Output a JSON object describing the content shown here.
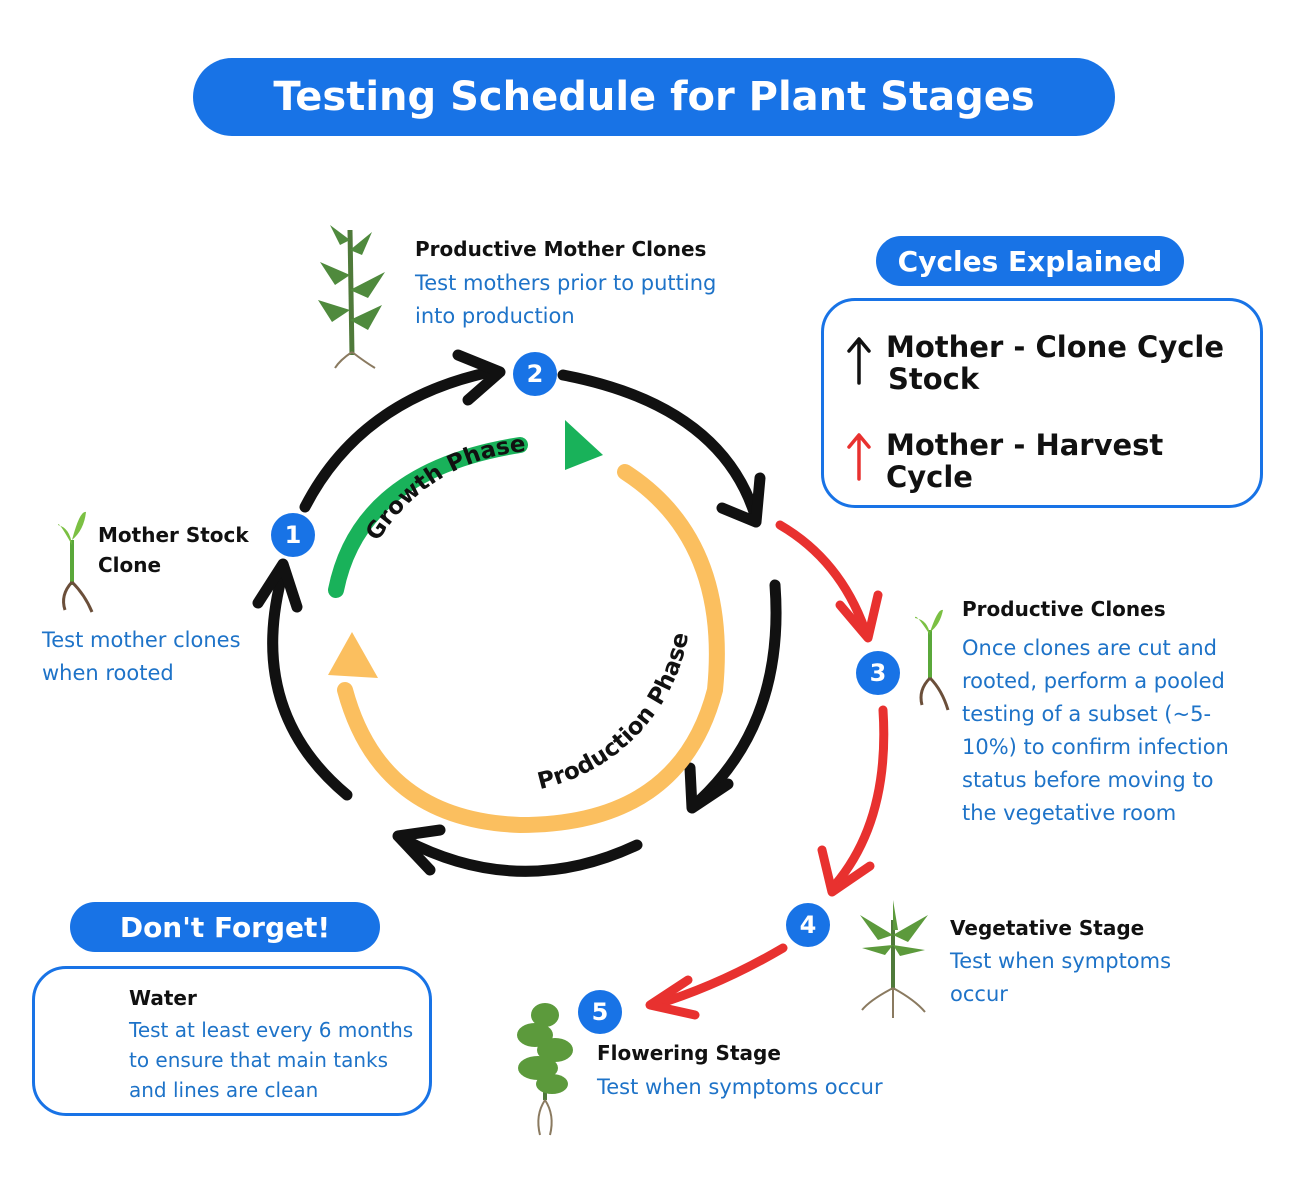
{
  "title": "Testing Schedule for Plant Stages",
  "phases": {
    "growth": "Growth Phase",
    "production": "Production Phase"
  },
  "steps": [
    {
      "number": "1",
      "label": "Mother Stock Clone",
      "label_line1": "Mother Stock",
      "label_line2": "Clone",
      "description": "Test mother clones when rooted",
      "desc_line1": "Test mother clones",
      "desc_line2": "when rooted"
    },
    {
      "number": "2",
      "label": "Productive Mother Clones",
      "description": "Test mothers prior to putting into production",
      "desc_line1": "Test mothers prior to putting",
      "desc_line2": "into production"
    },
    {
      "number": "3",
      "label": "Productive Clones",
      "desc_lines": [
        "Once clones are cut and",
        "rooted, perform a pooled",
        "testing of a subset (~5-",
        "10%) to confirm infection",
        "status before moving to",
        "the vegetative room"
      ]
    },
    {
      "number": "4",
      "label": "Vegetative Stage",
      "desc_line1": "Test when symptoms",
      "desc_line2": "occur"
    },
    {
      "number": "5",
      "label": "Flowering Stage",
      "description": "Test when symptoms occur"
    }
  ],
  "legend": {
    "heading": "Cycles Explained",
    "items": [
      {
        "line1": "Mother - Clone Cycle",
        "line2": "Stock",
        "color": "#111111"
      },
      {
        "line1": "Mother - Harvest Cycle",
        "line2": "",
        "color": "#e8312f"
      }
    ]
  },
  "reminder": {
    "heading": "Don't Forget!",
    "label": "Water",
    "desc_lines": [
      "Test at least every 6 months",
      "to ensure that main tanks",
      "and lines are clean"
    ]
  },
  "colors": {
    "accent_blue": "#1873e6",
    "text_blue": "#1e73c8",
    "growth_green": "#19b25a",
    "production_orange": "#fbbf5f",
    "harvest_red": "#e8312f",
    "cycle_black": "#111111"
  },
  "icons": [
    "seedling-icon",
    "mother-plant-icon",
    "vegetative-plant-icon",
    "flowering-plant-icon",
    "water-drops-icon",
    "up-arrow-icon"
  ]
}
